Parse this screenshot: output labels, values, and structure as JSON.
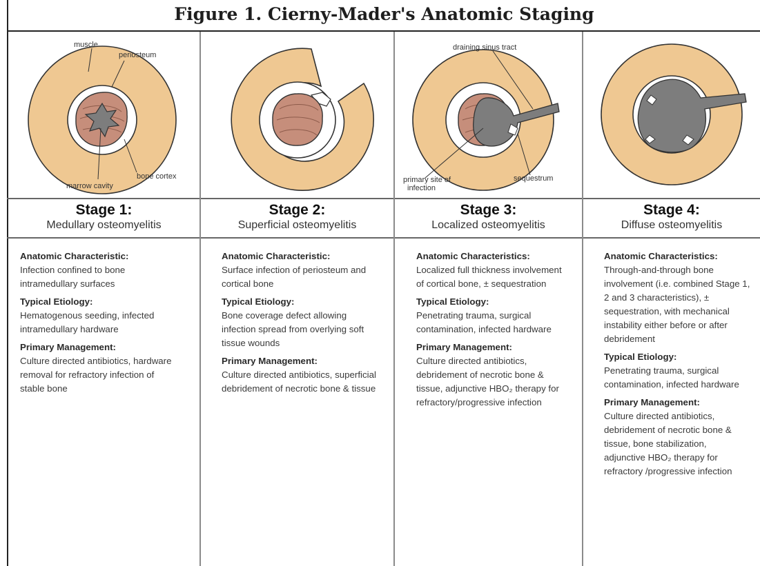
{
  "title": "Figure 1. Cierny-Mader's Anatomic Staging",
  "colors": {
    "muscle": "#efc892",
    "marrow": "#c68e7b",
    "necrosis": "#7d7d7d",
    "line": "#333333"
  },
  "diagram_labels": {
    "muscle": "muscle",
    "periosteum": "periosteum",
    "bone_cortex": "bone cortex",
    "marrow_cavity": "marrow cavity",
    "draining_sinus_tract": "draining sinus tract",
    "primary_site_line1": "primary site of",
    "primary_site_line2": "infection",
    "sequestrum": "sequestrum"
  },
  "stages": [
    {
      "title": "Stage 1:",
      "subtitle": "Medullary osteomyelitis",
      "anatomic_head": "Anatomic Characteristic:",
      "anatomic_text": "Infection confined to bone intramedullary surfaces",
      "etiology_head": "Typical Etiology:",
      "etiology_text": "Hematogenous seeding, infected intramedullary hardware",
      "management_head": "Primary Management:",
      "management_text": "Culture directed antibiotics, hardware removal for refractory infection of stable bone"
    },
    {
      "title": "Stage 2:",
      "subtitle": "Superficial osteomyelitis",
      "anatomic_head": "Anatomic Characteristic:",
      "anatomic_text": "Surface infection of periosteum and cortical bone",
      "etiology_head": "Typical Etiology:",
      "etiology_text": "Bone coverage defect allowing infection spread from overlying soft tissue wounds",
      "management_head": "Primary Management:",
      "management_text": "Culture directed antibiotics, superficial debridement of necrotic bone & tissue"
    },
    {
      "title": "Stage 3:",
      "subtitle": "Localized osteomyelitis",
      "anatomic_head": "Anatomic Characteristics:",
      "anatomic_text": "Localized full thickness involvement of cortical bone, ± sequestration",
      "etiology_head": "Typical Etiology:",
      "etiology_text": "Penetrating trauma, surgical contamination, infected hardware",
      "management_head": "Primary Management:",
      "management_text": "Culture directed antibiotics, debridement of necrotic bone & tissue, adjunctive HBO₂ therapy for refractory/progressive infection"
    },
    {
      "title": "Stage 4:",
      "subtitle": "Diffuse osteomyelitis",
      "anatomic_head": "Anatomic Characteristics:",
      "anatomic_text": "Through-and-through bone involvement (i.e. combined Stage 1, 2 and 3 characteristics), ± sequestration, with mechanical instability either before or after debridement",
      "etiology_head": "Typical Etiology:",
      "etiology_text": "Penetrating trauma, surgical contamination, infected hardware",
      "management_head": "Primary Management:",
      "management_text": "Culture directed antibiotics, debridement of necrotic bone & tissue, bone stabilization, adjunctive HBO₂ therapy for refractory /progressive infection"
    }
  ]
}
